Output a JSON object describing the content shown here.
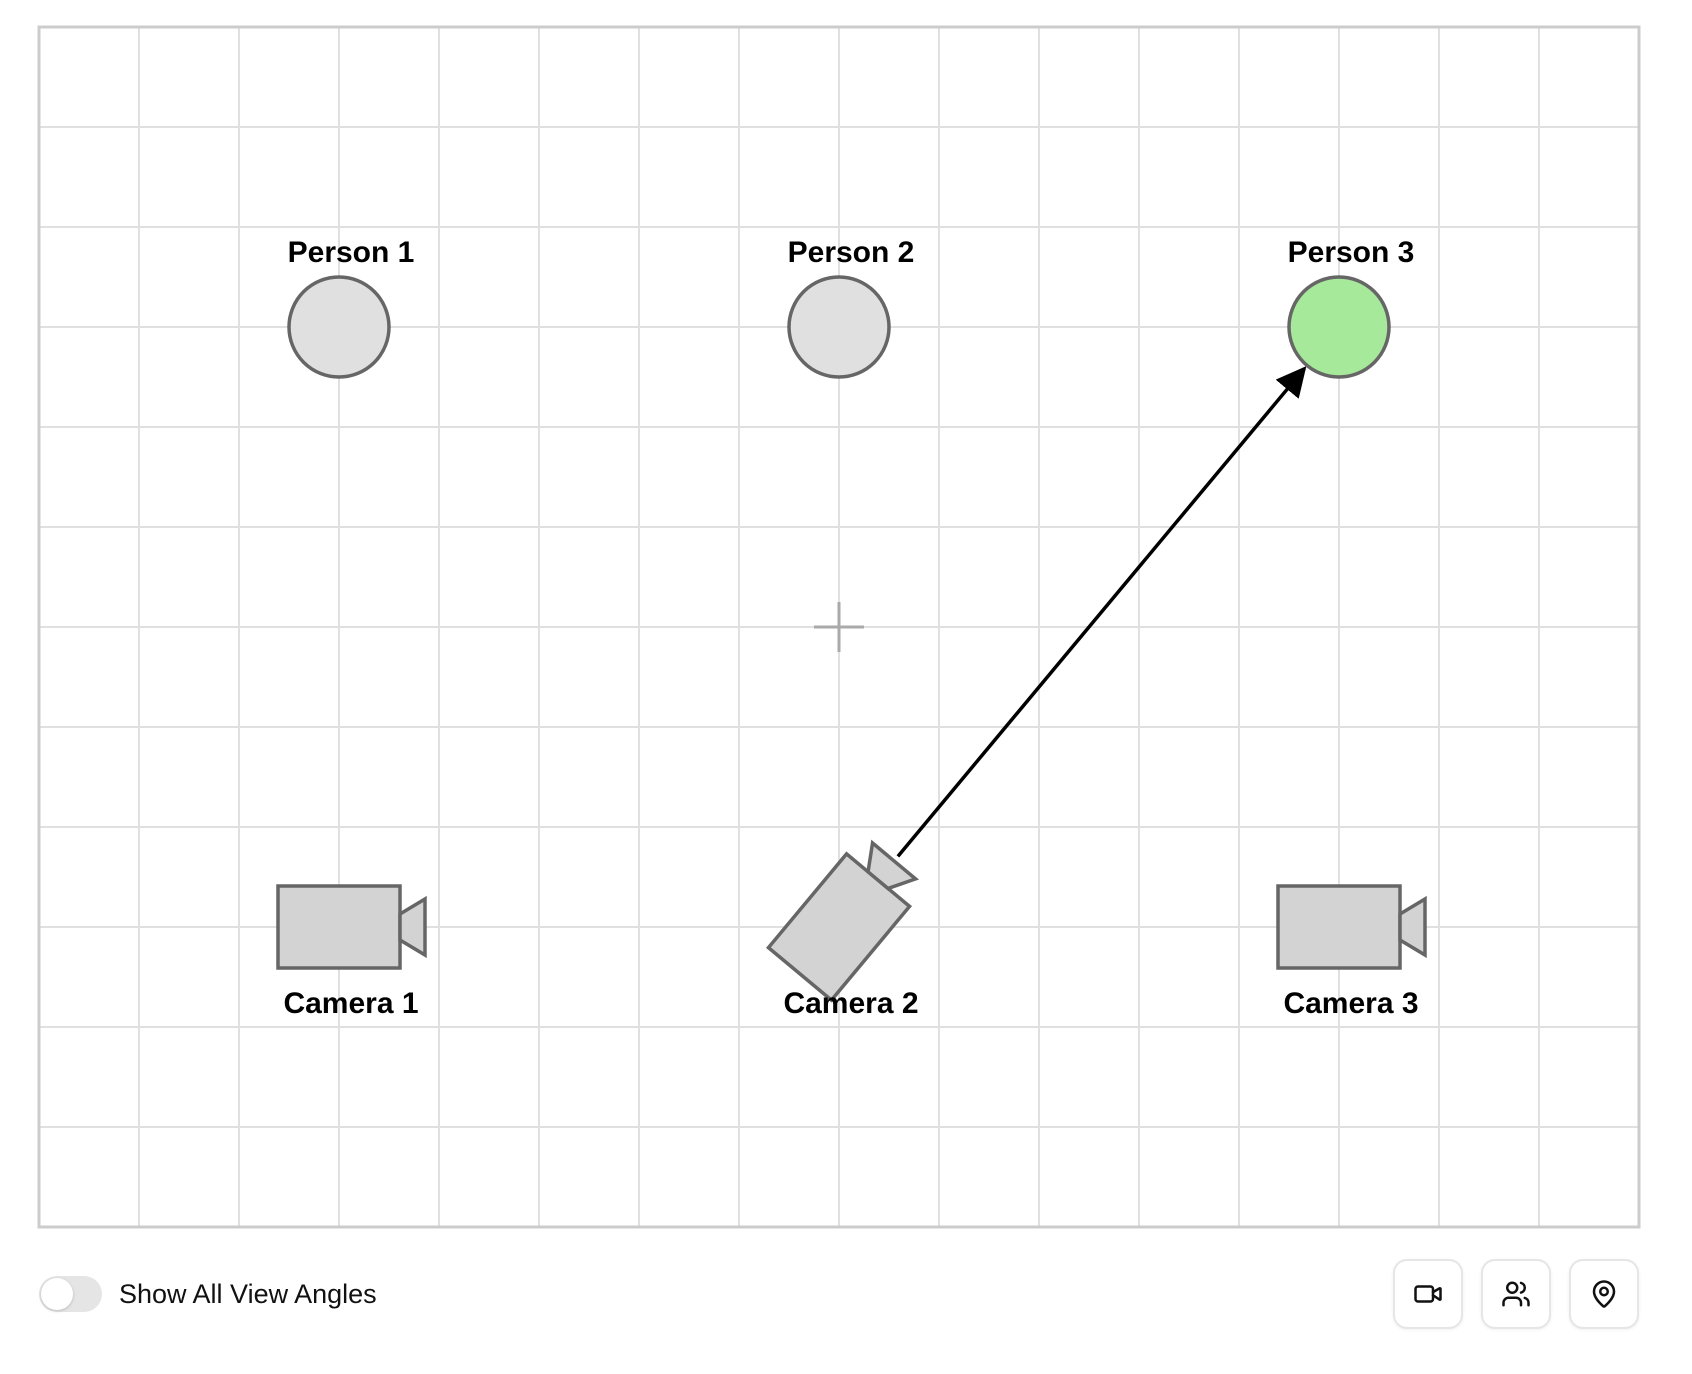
{
  "canvas": {
    "grid_cells": {
      "columns": 16,
      "rows": 12
    },
    "colors": {
      "grid": "#e0e0e0",
      "border": "#cccccc",
      "crosshair": "#aaaaaa",
      "node_stroke": "#666666",
      "person_fill": "#e0e0e0",
      "person_selected_fill": "#a6e99b",
      "camera_fill": "#d3d3d3",
      "arrow": "#000000"
    },
    "persons": [
      {
        "id": "person-1",
        "label": "Person 1",
        "grid": [
          -5,
          -3
        ],
        "selected": false
      },
      {
        "id": "person-2",
        "label": "Person 2",
        "grid": [
          0,
          -3
        ],
        "selected": false
      },
      {
        "id": "person-3",
        "label": "Person 3",
        "grid": [
          5,
          -3
        ],
        "selected": true
      }
    ],
    "cameras": [
      {
        "id": "camera-1",
        "label": "Camera 1",
        "grid": [
          -5,
          3
        ],
        "target": null
      },
      {
        "id": "camera-2",
        "label": "Camera 2",
        "grid": [
          0,
          3
        ],
        "target": "person-3"
      },
      {
        "id": "camera-3",
        "label": "Camera 3",
        "grid": [
          5,
          3
        ],
        "target": null
      }
    ]
  },
  "controls": {
    "toggle": {
      "label": "Show All View Angles",
      "checked": false
    },
    "buttons": [
      {
        "id": "add-camera",
        "icon": "video-icon"
      },
      {
        "id": "add-person",
        "icon": "users-icon"
      },
      {
        "id": "add-location",
        "icon": "map-pin-icon"
      }
    ]
  }
}
